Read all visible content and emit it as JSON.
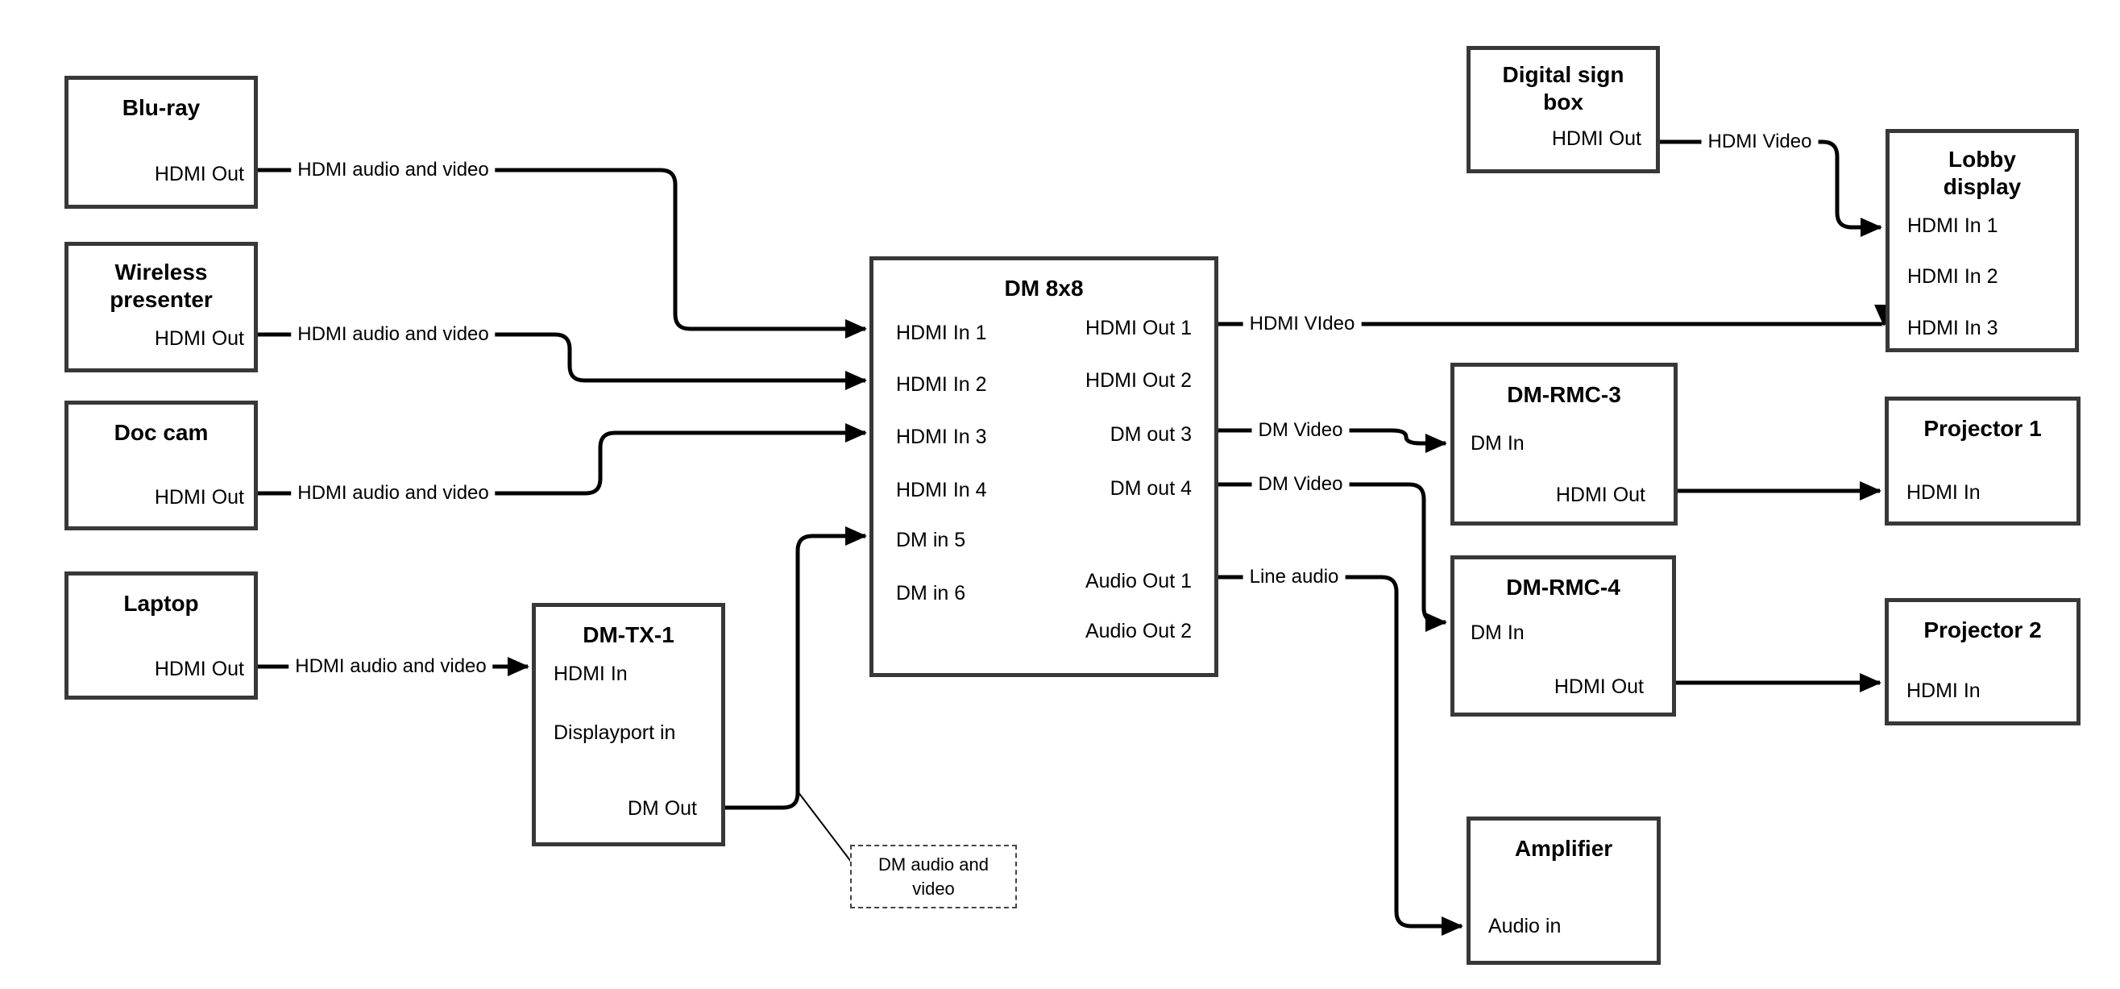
{
  "diagram": {
    "nodes": {
      "bluray": {
        "title": "Blu-ray",
        "ports": {
          "out": "HDMI Out"
        }
      },
      "wireless": {
        "title": "Wireless presenter",
        "ports": {
          "out": "HDMI Out"
        }
      },
      "doccam": {
        "title": "Doc cam",
        "ports": {
          "out": "HDMI Out"
        }
      },
      "laptop": {
        "title": "Laptop",
        "ports": {
          "out": "HDMI Out"
        }
      },
      "dmtx1": {
        "title": "DM-TX-1",
        "ports": {
          "hdmi_in": "HDMI In",
          "dp_in": "Displayport in",
          "dm_out": "DM Out"
        }
      },
      "dm8x8": {
        "title": "DM 8x8",
        "ports_left": [
          "HDMI In 1",
          "HDMI In 2",
          "HDMI In 3",
          "HDMI In 4",
          "DM in 5",
          "DM in 6"
        ],
        "ports_right": [
          "HDMI Out 1",
          "HDMI Out 2",
          "DM out 3",
          "DM out 4",
          "Audio Out 1",
          "Audio Out 2"
        ]
      },
      "digital_sign": {
        "title": "Digital sign box",
        "ports": {
          "out": "HDMI Out"
        }
      },
      "lobby": {
        "title": "Lobby display",
        "ports_left": [
          "HDMI In 1",
          "HDMI In 2",
          "HDMI In 3"
        ]
      },
      "rmc3": {
        "title": "DM-RMC-3",
        "ports": {
          "in": "DM In",
          "out": "HDMI Out"
        }
      },
      "rmc4": {
        "title": "DM-RMC-4",
        "ports": {
          "in": "DM In",
          "out": "HDMI Out"
        }
      },
      "proj1": {
        "title": "Projector 1",
        "ports": {
          "in": "HDMI In"
        }
      },
      "proj2": {
        "title": "Projector 2",
        "ports": {
          "in": "HDMI In"
        }
      },
      "amp": {
        "title": "Amplifier",
        "ports": {
          "in": "Audio in"
        }
      }
    },
    "edge_labels": {
      "bluray_to_in1": "HDMI audio and video",
      "wireless_to_in2": "HDMI audio and video",
      "doccam_to_in3": "HDMI audio and video",
      "laptop_to_dmtx1": "HDMI audio and video",
      "hdmiout1_to_lobby": "HDMI VIdeo",
      "digsign_to_lobby": "HDMI Video",
      "dmout3_to_rmc3": "DM Video",
      "dmout4_to_rmc4": "DM Video",
      "audioout1_to_amp": "Line audio"
    },
    "callout": {
      "line1": "DM audio and",
      "line2": "video"
    },
    "colors": {
      "line": "#000000",
      "box_border": "#383838",
      "text": "#000000"
    }
  }
}
